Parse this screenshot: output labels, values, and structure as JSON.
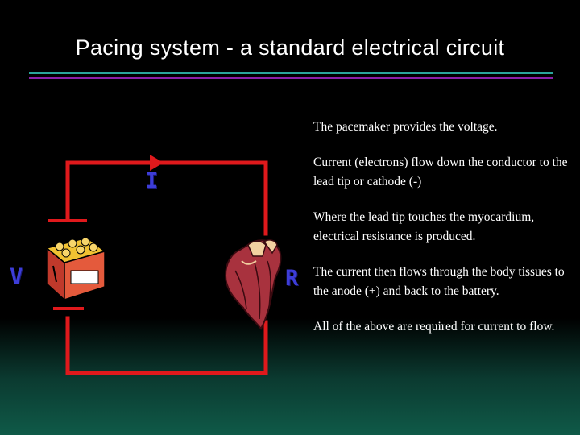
{
  "slide": {
    "title": "Pacing system - a standard electrical circuit",
    "paragraphs": [
      "The pacemaker provides the voltage.",
      "Current (electrons) flow down the conductor to the lead tip or cathode (-)",
      "Where the lead tip touches the myocardium, electrical resistance is produced.",
      "The current then flows through the body tissues to the anode (+) and back to the battery.",
      "All of the above are required for current to flow."
    ]
  },
  "diagram": {
    "labels": {
      "voltage": "V",
      "current": "I",
      "resistance": "R"
    },
    "wire_color": "#e0191c",
    "label_color": "#3d3dd8",
    "icons": [
      "battery-icon",
      "heart-icon",
      "arrow-icon"
    ]
  }
}
